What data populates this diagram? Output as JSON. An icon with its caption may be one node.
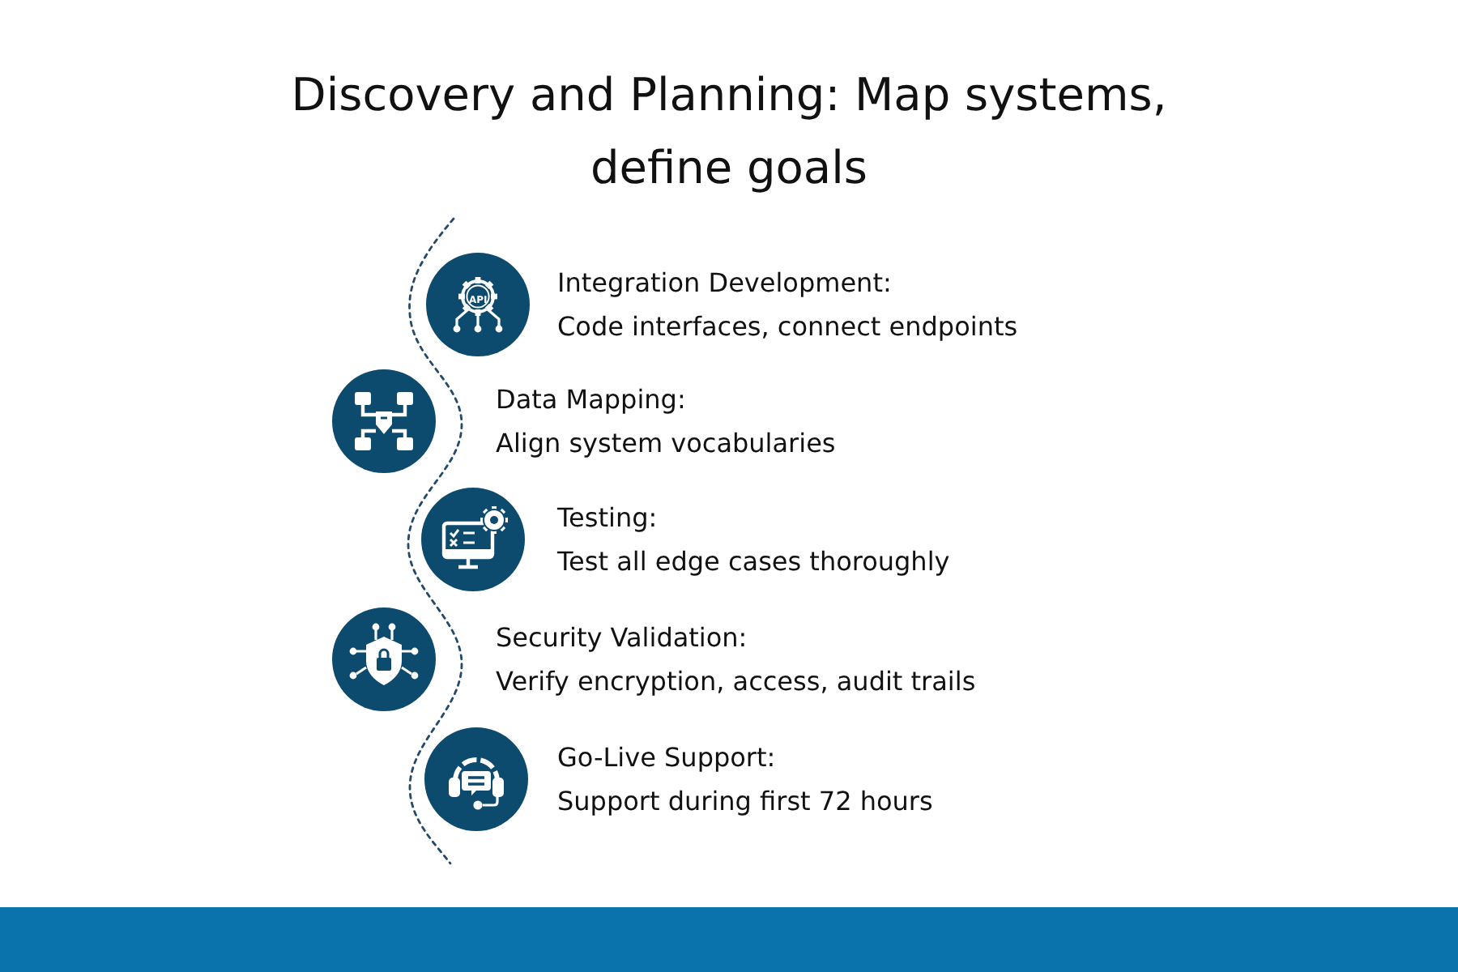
{
  "diagram": {
    "title": "Discovery and Planning: Map systems, define goals",
    "nodes": [
      {
        "text": [],
        "shape": "circle",
        "beside": [
          "Integration Development:",
          "Code interfaces, connect endpoints"
        ]
      },
      {
        "text": [],
        "shape": "circle",
        "beside": [
          "Data Mapping:",
          "Align system vocabularies"
        ]
      },
      {
        "text": [],
        "shape": "circle",
        "beside": [
          "Testing:",
          "Test all edge cases thoroughly"
        ]
      },
      {
        "text": [],
        "shape": "circle",
        "beside": [
          "Security Validation:",
          "Verify encryption, access, audit trails"
        ]
      },
      {
        "text": [],
        "shape": "circle",
        "beside": [
          "Go-Live Support:",
          "Support during first 72 hours"
        ]
      }
    ],
    "labels": [
      "API"
    ]
  }
}
